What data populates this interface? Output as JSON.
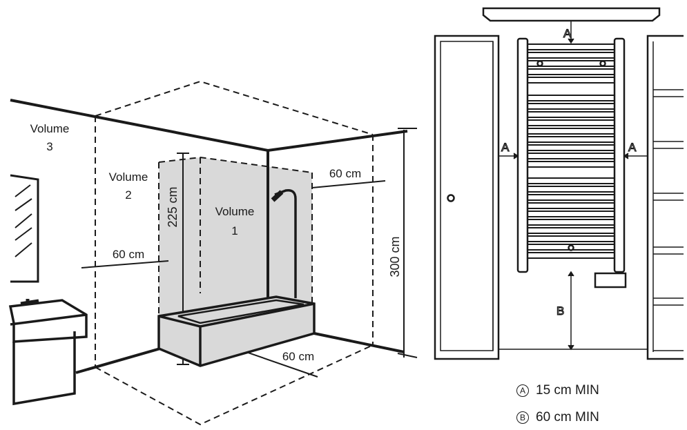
{
  "bathroom": {
    "volume3": {
      "word": "Volume",
      "num": "3"
    },
    "volume2": {
      "word": "Volume",
      "num": "2"
    },
    "volume1": {
      "word": "Volume",
      "num": "1"
    },
    "dim_225": "225 cm",
    "dim_300": "300 cm",
    "dim_60_left": "60 cm",
    "dim_60_shower": "60 cm",
    "dim_60_floor": "60 cm"
  },
  "radiator": {
    "label_a_top": "A",
    "label_a_left": "A",
    "label_a_right": "A",
    "label_b": "B"
  },
  "legend": [
    {
      "letter": "A",
      "text": "15 cm MIN"
    },
    {
      "letter": "B",
      "text": "60 cm MIN"
    }
  ]
}
